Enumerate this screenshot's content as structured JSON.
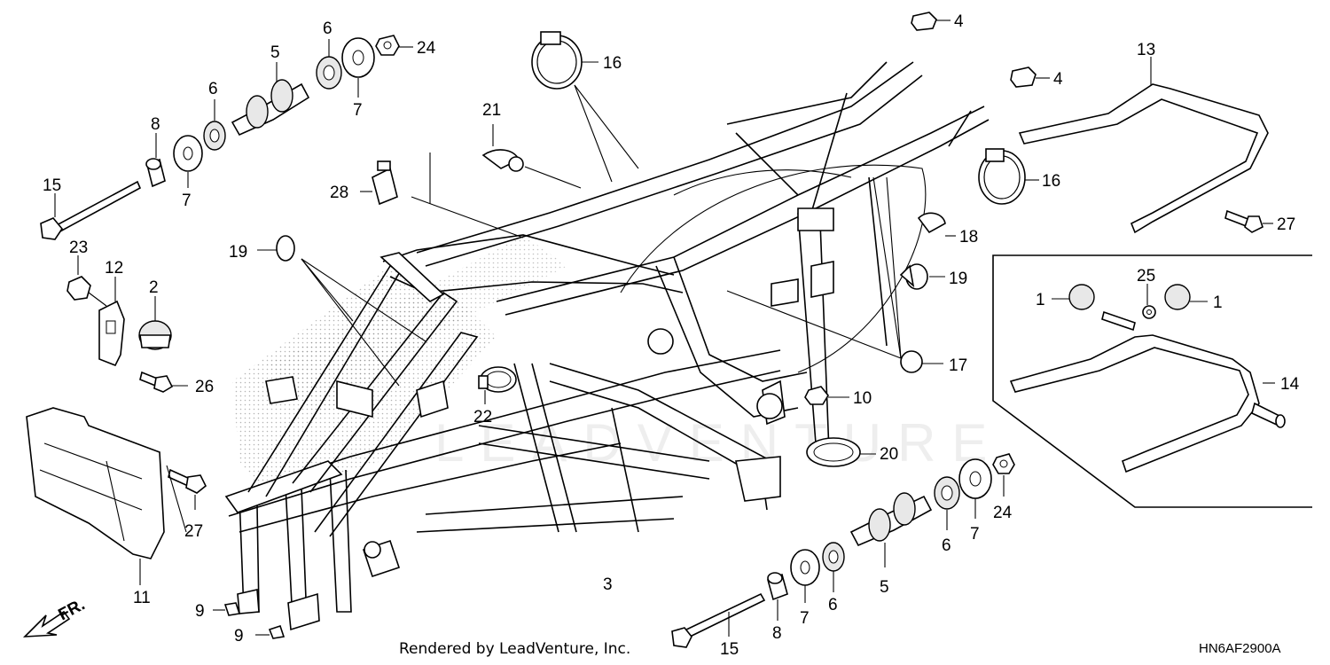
{
  "callouts": [
    {
      "n": "4"
    },
    {
      "n": "24"
    },
    {
      "n": "6"
    },
    {
      "n": "5"
    },
    {
      "n": "7"
    },
    {
      "n": "16"
    },
    {
      "n": "13"
    },
    {
      "n": "4"
    },
    {
      "n": "6"
    },
    {
      "n": "8"
    },
    {
      "n": "7"
    },
    {
      "n": "15"
    },
    {
      "n": "21"
    },
    {
      "n": "16"
    },
    {
      "n": "28"
    },
    {
      "n": "27"
    },
    {
      "n": "19"
    },
    {
      "n": "18"
    },
    {
      "n": "23"
    },
    {
      "n": "12"
    },
    {
      "n": "2"
    },
    {
      "n": "19"
    },
    {
      "n": "25"
    },
    {
      "n": "1"
    },
    {
      "n": "1"
    },
    {
      "n": "26"
    },
    {
      "n": "17"
    },
    {
      "n": "22"
    },
    {
      "n": "10"
    },
    {
      "n": "14"
    },
    {
      "n": "20"
    },
    {
      "n": "27"
    },
    {
      "n": "24"
    },
    {
      "n": "6"
    },
    {
      "n": "7"
    },
    {
      "n": "11"
    },
    {
      "n": "3"
    },
    {
      "n": "5"
    },
    {
      "n": "9"
    },
    {
      "n": "8"
    },
    {
      "n": "7"
    },
    {
      "n": "6"
    },
    {
      "n": "9"
    },
    {
      "n": "15"
    }
  ],
  "watermark": "LEADVENTURE",
  "direction_label": "FR.",
  "footer_text": "Rendered by LeadVenture, Inc.",
  "diagram_code": "HN6AF2900A"
}
